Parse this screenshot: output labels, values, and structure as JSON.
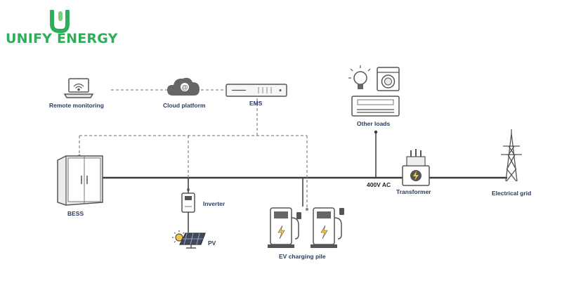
{
  "brand": {
    "name": "UNIFY ENERGY",
    "color": "#2eae5a"
  },
  "diagram": {
    "nodes": {
      "remote_monitoring": "Remote monitoring",
      "cloud_platform": "Cloud platform",
      "ems": "EMS",
      "other_loads": "Other loads",
      "bess": "BESS",
      "inverter": "Inverter",
      "pv": "PV",
      "ev_charging_pile": "EV charging pile",
      "voltage": "400V AC",
      "transformer": "Transformer",
      "electrical_grid": "Electrical grid"
    },
    "colors": {
      "line": "#3a3a3a",
      "dashed": "#8a8a8a",
      "icon": "#555555",
      "label": "#2a3b5e",
      "accent": "#f4c542"
    }
  }
}
